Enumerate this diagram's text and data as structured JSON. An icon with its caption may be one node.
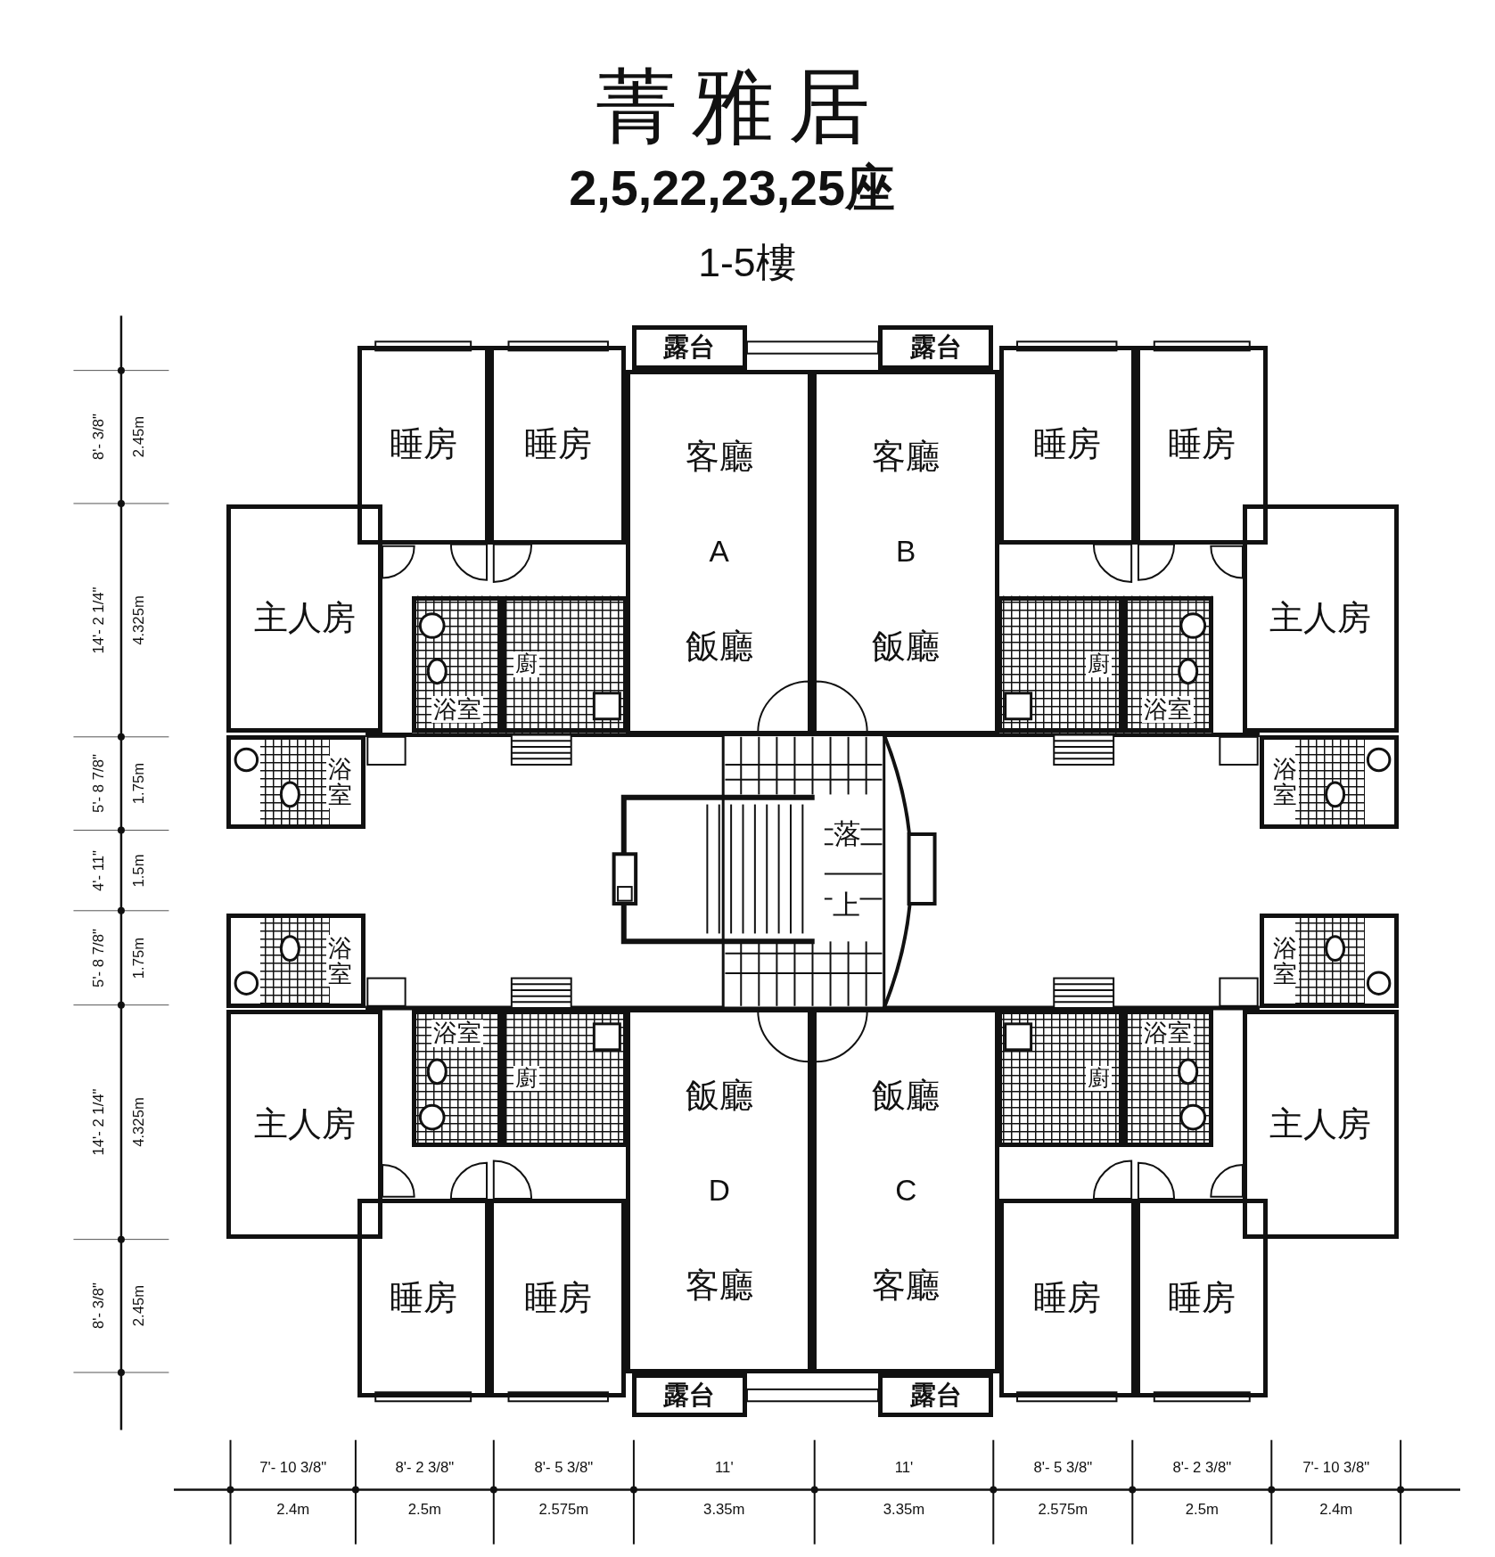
{
  "diagram": {
    "title": "菁雅居",
    "nodes": [
      {
        "text": [
          "露台"
        ]
      },
      {
        "text": [
          "露台"
        ]
      },
      {
        "text": [
          "睡房"
        ]
      },
      {
        "text": [
          "睡房"
        ]
      },
      {
        "text": [
          "客廳",
          "A",
          "飯廳"
        ]
      },
      {
        "text": [
          "客廳",
          "B",
          "飯廳"
        ]
      },
      {
        "text": [
          "睡房"
        ]
      },
      {
        "text": [
          "睡房"
        ]
      },
      {
        "text": [
          "主人房"
        ]
      },
      {
        "text": [
          "浴室"
        ]
      },
      {
        "text": [
          "廚"
        ]
      },
      {
        "text": [
          "廚"
        ]
      },
      {
        "text": [
          "浴室"
        ]
      },
      {
        "text": [
          "主人房"
        ]
      },
      {
        "text": [
          "浴室"
        ]
      },
      {
        "text": [
          "浴室"
        ]
      },
      {
        "text": [
          "浴室"
        ]
      },
      {
        "text": [
          "浴室"
        ]
      },
      {
        "text": [
          "主人房"
        ]
      },
      {
        "text": [
          "浴室"
        ]
      },
      {
        "text": [
          "廚"
        ]
      },
      {
        "text": [
          "廚"
        ]
      },
      {
        "text": [
          "浴室"
        ]
      },
      {
        "text": [
          "主人房"
        ]
      },
      {
        "text": [
          "飯廳",
          "D",
          "客廳"
        ]
      },
      {
        "text": [
          "飯廳",
          "C",
          "客廳"
        ]
      },
      {
        "text": [
          "睡房"
        ]
      },
      {
        "text": [
          "睡房"
        ]
      },
      {
        "text": [
          "睡房"
        ]
      },
      {
        "text": [
          "睡房"
        ]
      },
      {
        "text": [
          "露台"
        ]
      },
      {
        "text": [
          "露台"
        ]
      }
    ],
    "labels": [
      "2,5,22,23,25座",
      "1-5樓",
      "落",
      "上",
      "8'- 3/8\"",
      "2.45m",
      "14'- 2 1/4\"",
      "4.325m",
      "5'- 8 7/8\"",
      "1.75m",
      "4'- 11\"",
      "1.5m",
      "5'- 8 7/8\"",
      "1.75m",
      "14'- 2 1/4\"",
      "4.325m",
      "8'- 3/8\"",
      "2.45m",
      "7'- 10 3/8\"",
      "2.4m",
      "8'- 2 3/8\"",
      "2.5m",
      "8'- 5 3/8\"",
      "2.575m",
      "11'",
      "3.35m",
      "11'",
      "3.35m",
      "8'- 5 3/8\"",
      "2.575m",
      "8'- 2 3/8\"",
      "2.5m",
      "7'- 10 3/8\"",
      "2.4m"
    ]
  }
}
